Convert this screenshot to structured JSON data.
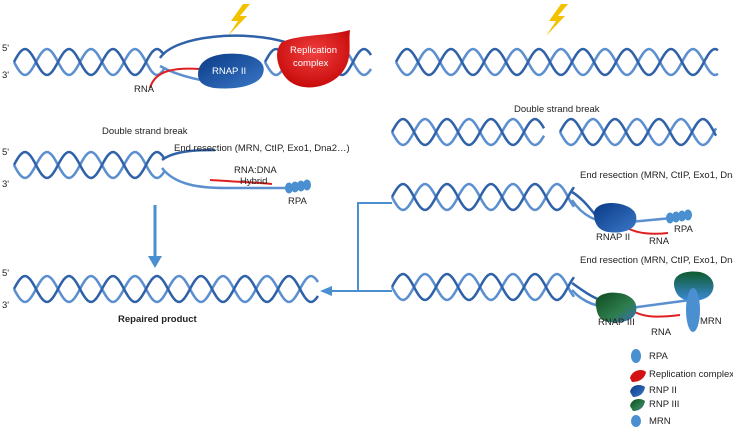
{
  "labels": {
    "five_prime": "5'",
    "three_prime": "3'",
    "rna": "RNA",
    "rnap2": "RNAP II",
    "replication_complex": "Replication complex",
    "double_strand_break": "Double strand break",
    "end_resection": "End resection (MRN, CtIP, Exo1, Dna2…)",
    "rna_dna_hybrid_1": "RNA:DNA",
    "rna_dna_hybrid_2": "Hybrid",
    "rpa": "RPA",
    "repaired_product": "Repaired product",
    "rnap3": "RNAP III",
    "mrn": "MRN"
  },
  "legend": [
    {
      "label": "RPA",
      "icon": "rpa-icon"
    },
    {
      "label": "Replication complex",
      "icon": "replication-complex-icon"
    },
    {
      "label": "RNP II",
      "icon": "rnp2-icon"
    },
    {
      "label": "RNP III",
      "icon": "rnp3-icon"
    },
    {
      "label": "MRN",
      "icon": "mrn-icon"
    }
  ],
  "colors": {
    "strand_dark": "#2f62a8",
    "strand_light": "#5b8fcf",
    "rna": "#e02020",
    "lightning": "#f2c200",
    "arrow": "#4a8fd0",
    "rnap_dark": "#1a4f9c",
    "rnap3_dark": "#0f5a2a",
    "rnap3_light": "#3a8a5a",
    "replication": "#e31b1b"
  }
}
